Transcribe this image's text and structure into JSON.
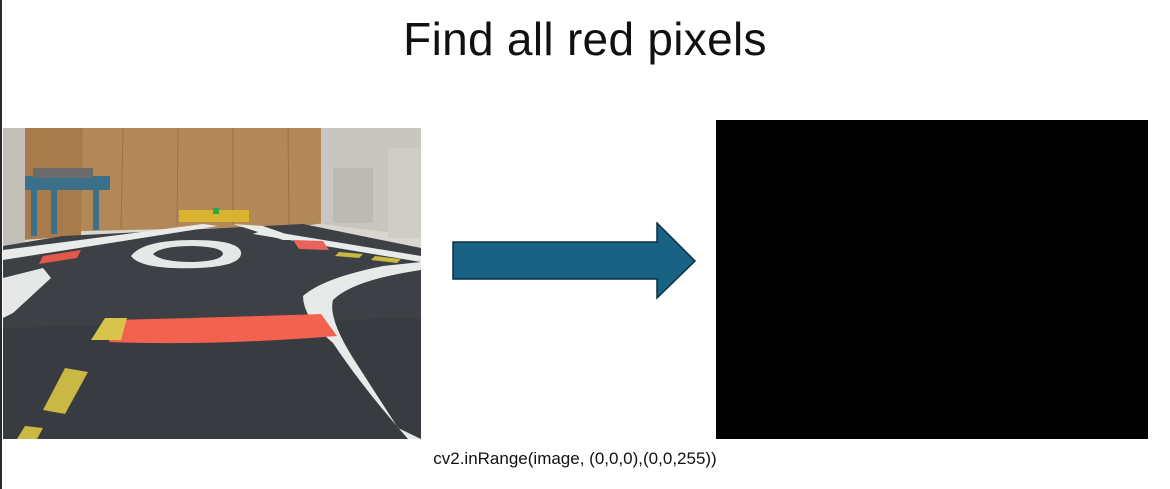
{
  "slide": {
    "title": "Find all red pixels",
    "caption": "cv2.inRange(image, (0,0,0),(0,0,255))"
  },
  "images": {
    "input": {
      "icon": "track-photo",
      "description_visible": false
    },
    "output": {
      "icon": "black-mask",
      "fill": "#000000"
    }
  },
  "arrow": {
    "icon": "right-arrow-icon",
    "fill": "#186384",
    "stroke": "#0e2f40"
  },
  "colors": {
    "background": "#ffffff",
    "red_tape": "#f2624f",
    "yellow_tape": "#d8c44a",
    "track_floor": "#3d4044",
    "wall_wood": "#b58a5a"
  }
}
